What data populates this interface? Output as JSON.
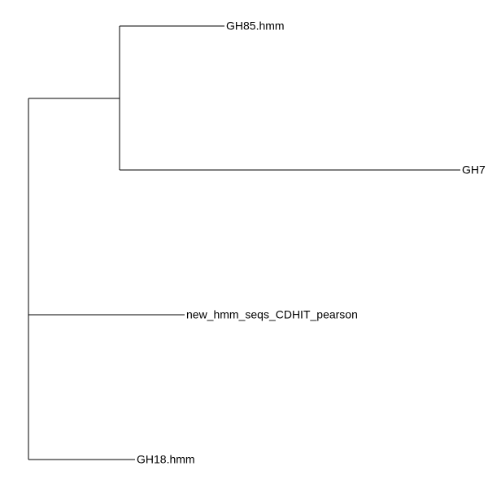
{
  "tree": {
    "line_color": "#000000",
    "leaves": [
      {
        "id": "gh85",
        "label": "GH85.hmm"
      },
      {
        "id": "gh7",
        "label": "GH7"
      },
      {
        "id": "new-hmm",
        "label": "new_hmm_seqs_CDHIT_pearson"
      },
      {
        "id": "gh18",
        "label": "GH18.hmm"
      }
    ]
  }
}
